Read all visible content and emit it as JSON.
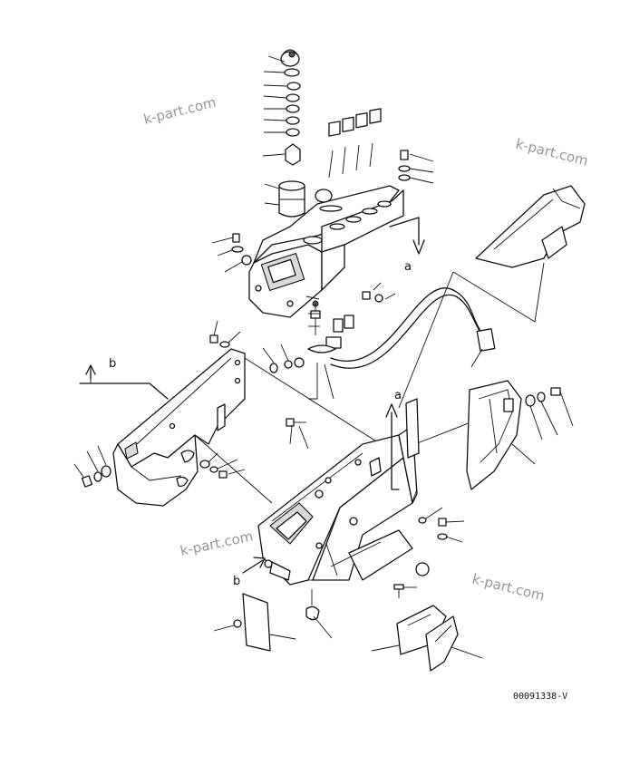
{
  "reference_letters": {
    "a_top": "a",
    "a_mid": "a",
    "b_left": "b",
    "b_bottom": "b"
  },
  "watermarks": [
    "k-part.com",
    "k-part.com",
    "k-part.com",
    "k-part.com"
  ],
  "drawing_code": "00091338-V"
}
